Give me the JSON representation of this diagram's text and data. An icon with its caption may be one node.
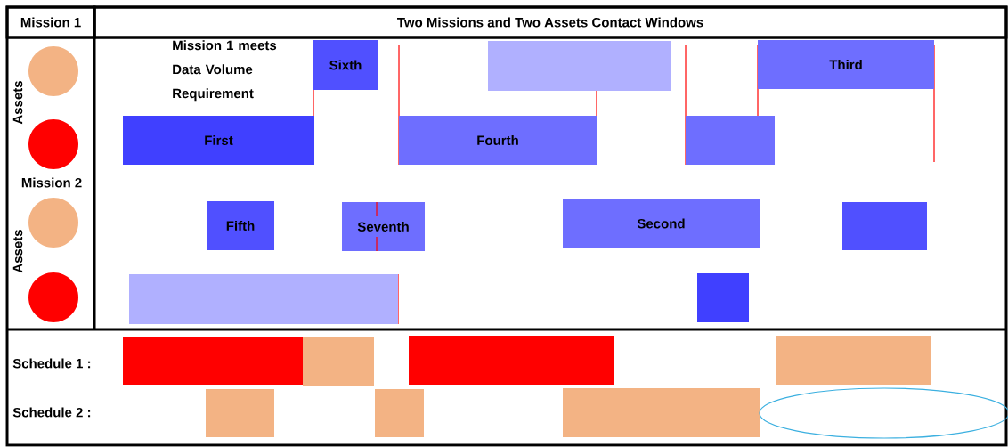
{
  "diagram": {
    "nodes": [
      {
        "text": [
          "Mission 1"
        ]
      },
      {
        "text": [
          "Two Missions and Two Assets Contact Windows"
        ]
      },
      {
        "text": [],
        "shape": "circle"
      },
      {
        "text": [
          "Sixth"
        ]
      },
      {
        "text": [],
        "shape": "bar"
      },
      {
        "text": [
          "Third"
        ]
      },
      {
        "text": [],
        "shape": "circle"
      },
      {
        "text": [
          "First"
        ]
      },
      {
        "text": [
          "Fourth"
        ]
      },
      {
        "text": [],
        "shape": "bar"
      },
      {
        "text": [],
        "shape": "circle"
      },
      {
        "text": [
          "Fifth"
        ]
      },
      {
        "text": [
          "Seventh"
        ]
      },
      {
        "text": [
          "Second"
        ]
      },
      {
        "text": [],
        "shape": "bar"
      },
      {
        "text": [],
        "shape": "circle"
      },
      {
        "text": [],
        "shape": "bar"
      },
      {
        "text": [],
        "shape": "bar"
      },
      {
        "text": [],
        "shape": "bar"
      },
      {
        "text": [],
        "shape": "bar"
      },
      {
        "text": [],
        "shape": "bar"
      },
      {
        "text": [],
        "shape": "bar"
      },
      {
        "text": [],
        "shape": "bar"
      },
      {
        "text": [],
        "shape": "bar"
      },
      {
        "text": [],
        "shape": "bar"
      },
      {
        "text": [],
        "shape": "ellipse"
      }
    ],
    "labels": [
      "Mission 1 meets Data Volume Requirement",
      "Assets",
      "Mission 2",
      "Assets",
      "Schedule 1 :",
      "Schedule 2 :"
    ]
  }
}
